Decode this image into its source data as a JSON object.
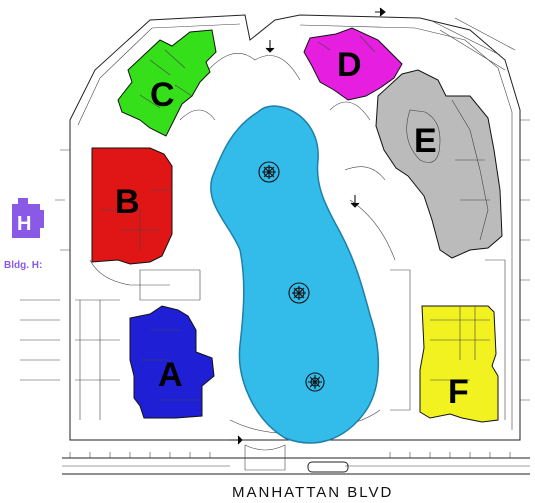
{
  "buildings": [
    {
      "label": "A",
      "color": "#1f1fd6"
    },
    {
      "label": "B",
      "color": "#e01616"
    },
    {
      "label": "C",
      "color": "#35e01a"
    },
    {
      "label": "D",
      "color": "#e51ee0"
    },
    {
      "label": "E",
      "color": "#bbbbbb"
    },
    {
      "label": "F",
      "color": "#f2f221"
    }
  ],
  "building_h": {
    "label": "H",
    "caption": "Bldg. H:",
    "color": "#8a5ae6"
  },
  "lake": {
    "color": "#33bbea"
  },
  "street": {
    "name": "MANHATTAN BLVD"
  },
  "icons": [
    "fountain-icon",
    "direction-arrow-icon"
  ]
}
